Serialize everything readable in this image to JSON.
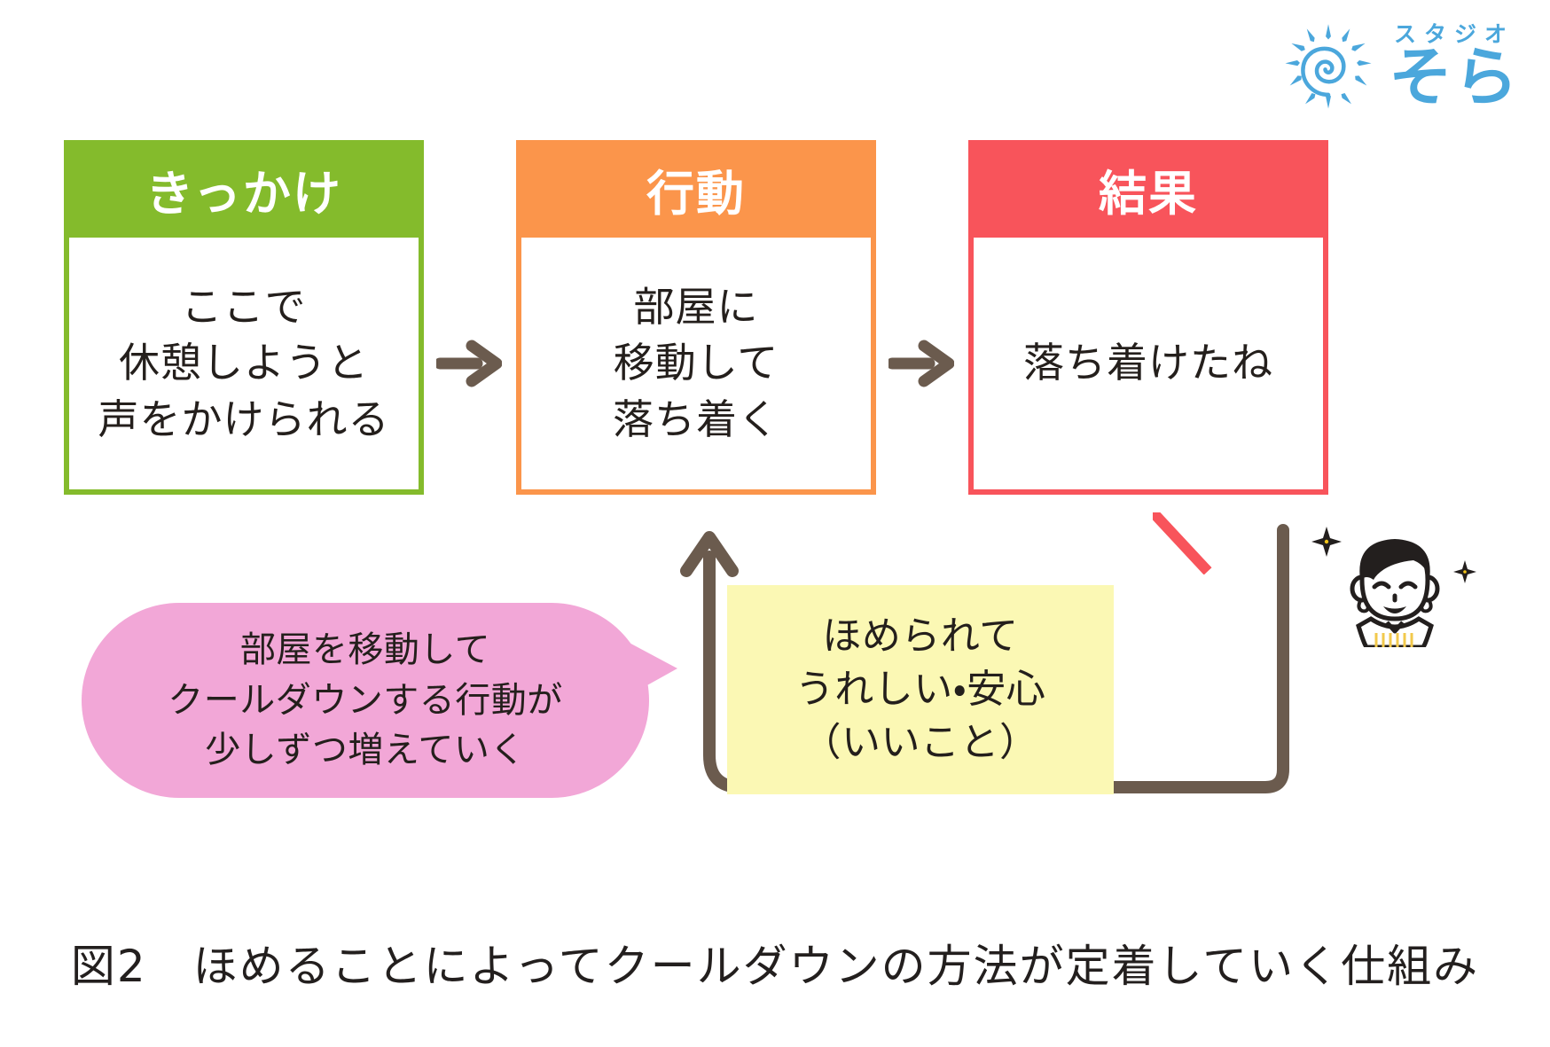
{
  "logo": {
    "kana_label": "スタジオ",
    "name": "そら",
    "mark": "spiral-sun-icon",
    "color": "#4BA7DC"
  },
  "flow": {
    "boxes": [
      {
        "id": "trigger",
        "header": "きっかけ",
        "header_color": "#84BB2C",
        "lines": [
          "ここで",
          "休憩しようと",
          "声をかけられる"
        ],
        "body_text": "ここで\n休憩しようと\n声をかけられる"
      },
      {
        "id": "behavior",
        "header": "行動",
        "header_color": "#FB954B",
        "lines": [
          "部屋に",
          "移動して",
          "落ち着く"
        ],
        "body_text": "部屋に\n移動して\n落ち着く"
      },
      {
        "id": "result",
        "header": "結果",
        "header_color": "#F8545B",
        "lines": [
          "落ち着けたね"
        ],
        "body_text": "落ち着けたね"
      }
    ],
    "arrows": [
      {
        "name": "arrow-trigger-to-behavior",
        "direction": "right",
        "color": "#6B5B4E"
      },
      {
        "name": "arrow-behavior-to-result",
        "direction": "right",
        "color": "#6B5B4E"
      }
    ]
  },
  "bubble_pink": {
    "text": "部屋を移動して\nクールダウンする行動が\n少しずつ増えていく",
    "lines": [
      "部屋を移動して",
      "クールダウンする行動が",
      "少しずつ増えていく"
    ],
    "color": "#F2A7D7"
  },
  "box_yellow": {
    "text": "ほめられて\nうれしい・安心\n（いいこと）",
    "lines": [
      "ほめられて",
      "うれしい・安心",
      "（いいこと）"
    ],
    "color": "#FBF8B4"
  },
  "loop": {
    "name": "reinforcement-loop-arrow",
    "color": "#6B5B4E",
    "from": "結果",
    "to": "行動"
  },
  "person": {
    "name": "praising-person-illustration",
    "description": "smiling-woman-face-with-sparkles"
  },
  "caption": "図2　ほめることによってクールダウンの方法が定着していく仕組み"
}
